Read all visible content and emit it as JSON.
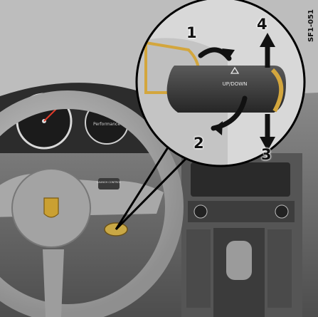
{
  "figure": {
    "code": "SF1-051",
    "callouts": [
      "1",
      "2",
      "3",
      "4"
    ],
    "lever_label": "UP/DOWN",
    "wheel_button_label": "LAUNCH CONTROL",
    "tachometer_label": "Performance"
  },
  "colors": {
    "background": "#ffffff",
    "dash": "#6d6d6d",
    "wheel": "#b9b9b9",
    "lever": "#3a3a3a",
    "arrow": "#111111",
    "outline": "#000000"
  }
}
